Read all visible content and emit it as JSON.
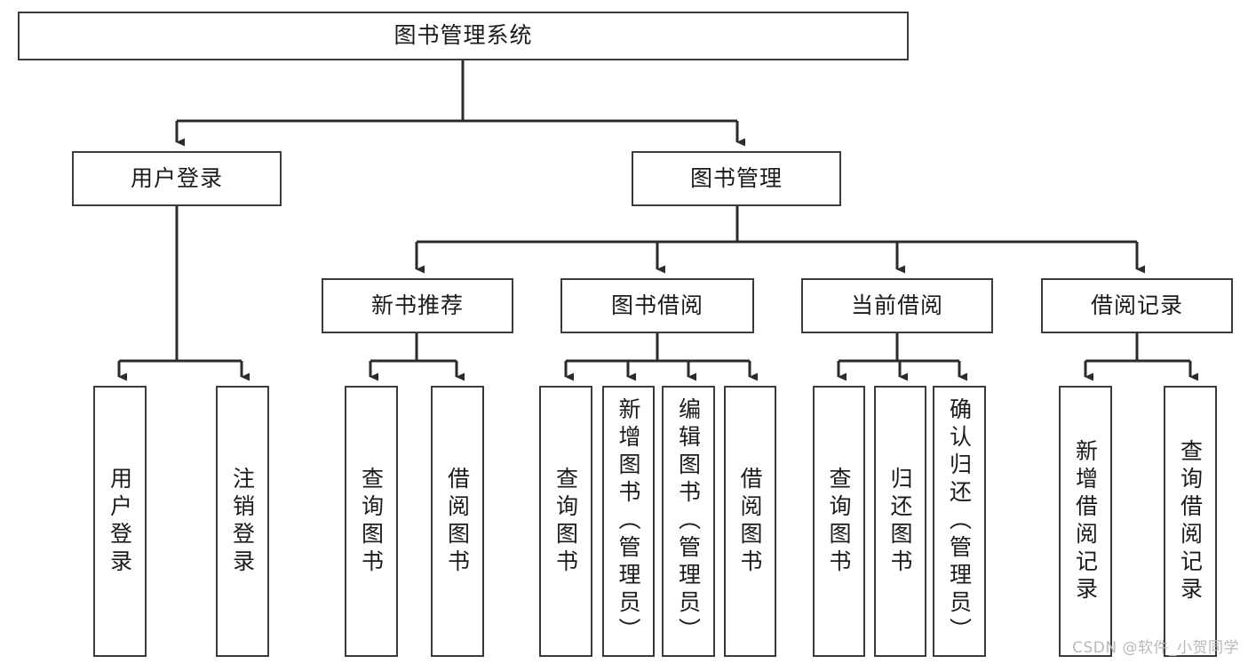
{
  "diagram": {
    "title": "图书管理系统",
    "type": "tree",
    "watermark": "CSDN @软件_小贺同学",
    "colors": {
      "node_border": "#3b3b3b",
      "node_fill": "#ffffff",
      "edge": "#2b2b2b",
      "text": "#1b1b1b",
      "watermark": "#b9b9b9",
      "background": "#ffffff"
    },
    "levels": {
      "root": {
        "id": "root",
        "label": "图书管理系统",
        "orientation": "horizontal"
      },
      "level2": [
        {
          "id": "user-login",
          "label": "用户登录",
          "orientation": "horizontal"
        },
        {
          "id": "book-management",
          "label": "图书管理",
          "orientation": "horizontal"
        }
      ],
      "level3": [
        {
          "id": "new-book-recommend",
          "label": "新书推荐",
          "orientation": "horizontal",
          "parent": "book-management"
        },
        {
          "id": "book-borrow",
          "label": "图书借阅",
          "orientation": "horizontal",
          "parent": "book-management"
        },
        {
          "id": "current-borrow",
          "label": "当前借阅",
          "orientation": "horizontal",
          "parent": "book-management"
        },
        {
          "id": "borrow-record",
          "label": "借阅记录",
          "orientation": "horizontal",
          "parent": "book-management"
        }
      ],
      "leaves": [
        {
          "id": "leaf-user-login",
          "label": "用户登录",
          "orientation": "vertical",
          "parent": "user-login"
        },
        {
          "id": "leaf-logout",
          "label": "注销登录",
          "orientation": "vertical",
          "parent": "user-login"
        },
        {
          "id": "leaf-query-book-1",
          "label": "查询图书",
          "orientation": "vertical",
          "parent": "new-book-recommend"
        },
        {
          "id": "leaf-borrow-book-1",
          "label": "借阅图书",
          "orientation": "vertical",
          "parent": "new-book-recommend"
        },
        {
          "id": "leaf-query-book-2",
          "label": "查询图书",
          "orientation": "vertical",
          "parent": "book-borrow"
        },
        {
          "id": "leaf-add-book",
          "label": "新增图书（管理员）",
          "orientation": "vertical",
          "parent": "book-borrow"
        },
        {
          "id": "leaf-edit-book",
          "label": "编辑图书（管理员）",
          "orientation": "vertical",
          "parent": "book-borrow"
        },
        {
          "id": "leaf-borrow-book-2",
          "label": "借阅图书",
          "orientation": "vertical",
          "parent": "book-borrow"
        },
        {
          "id": "leaf-query-book-3",
          "label": "查询图书",
          "orientation": "vertical",
          "parent": "current-borrow"
        },
        {
          "id": "leaf-return-book",
          "label": "归还图书",
          "orientation": "vertical",
          "parent": "current-borrow"
        },
        {
          "id": "leaf-confirm-return",
          "label": "确认归还（管理员）",
          "orientation": "vertical",
          "parent": "current-borrow"
        },
        {
          "id": "leaf-add-record",
          "label": "新增借阅记录",
          "orientation": "vertical",
          "parent": "borrow-record"
        },
        {
          "id": "leaf-query-record",
          "label": "查询借阅记录",
          "orientation": "vertical",
          "parent": "borrow-record"
        }
      ]
    }
  }
}
